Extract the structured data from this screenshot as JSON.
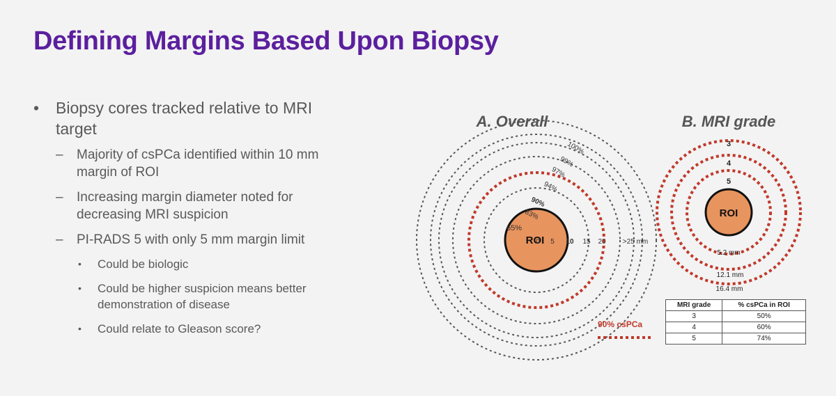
{
  "title": "Defining Margins Based Upon Biopsy",
  "bullets": {
    "l1": [
      "Biopsy cores tracked relative to MRI",
      "target"
    ],
    "l2": [
      [
        "Majority of csPCa identified within 10 mm",
        "margin of ROI"
      ],
      [
        "Increasing margin diameter noted for",
        "decreasing MRI suspicion"
      ],
      [
        "PI-RADS 5 with only 5 mm margin limit"
      ]
    ],
    "l3": [
      [
        "Could be biologic"
      ],
      [
        "Could be higher suspicion means better",
        "demonstration of disease"
      ],
      [
        "Could relate to Gleason score?"
      ]
    ]
  },
  "diagram": {
    "overall": {
      "title": "A. Overall",
      "roi_label": "ROI",
      "center_pct": "65%",
      "ring_pcts": [
        "83%",
        "90%",
        "94%",
        "97%",
        "99%",
        "100%"
      ],
      "scale_labels": [
        "0",
        "5",
        "10",
        "15",
        "20",
        ">25 mm"
      ]
    },
    "mri_grade": {
      "title": "B. MRI grade",
      "roi_label": "ROI",
      "grades": [
        "5",
        "4",
        "3"
      ],
      "margins": [
        "5.2 mm",
        "12.1 mm",
        "16.4 mm"
      ]
    },
    "legend": {
      "label": "90% csPCa"
    },
    "colors": {
      "roi_fill": "#e8945e",
      "red_dot": "#c0392b",
      "gray_dot": "#555555",
      "title": "#5b1f9e"
    }
  },
  "table": {
    "headers": [
      "MRI grade",
      "% csPCa in ROI"
    ],
    "rows": [
      [
        "3",
        "50%"
      ],
      [
        "4",
        "60%"
      ],
      [
        "5",
        "74%"
      ]
    ]
  }
}
